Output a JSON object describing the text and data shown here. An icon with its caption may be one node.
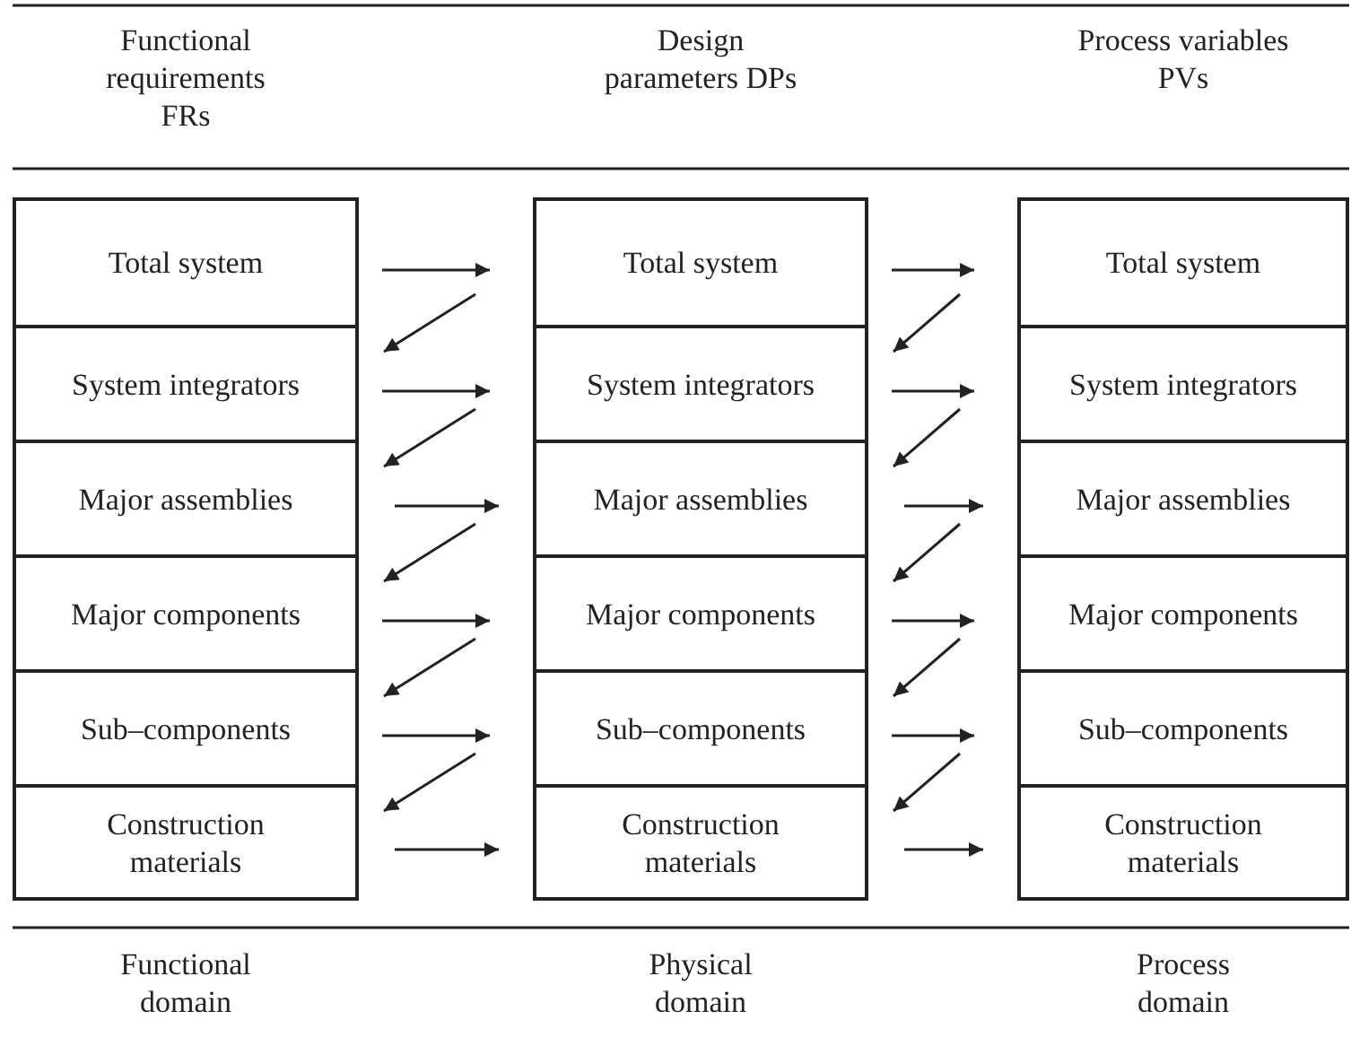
{
  "diagram": {
    "nodes": [
      {
        "text": [
          "Total system"
        ]
      },
      {
        "text": [
          "System integrators"
        ]
      },
      {
        "text": [
          "Major assemblies"
        ]
      },
      {
        "text": [
          "Major components"
        ]
      },
      {
        "text": [
          "Sub–components"
        ]
      },
      {
        "text": [
          "Construction materials"
        ]
      },
      {
        "text": [
          "Total system"
        ]
      },
      {
        "text": [
          "System integrators"
        ]
      },
      {
        "text": [
          "Major assemblies"
        ]
      },
      {
        "text": [
          "Major components"
        ]
      },
      {
        "text": [
          "Sub–components"
        ]
      },
      {
        "text": [
          "Construction materials"
        ]
      },
      {
        "text": [
          "Total system"
        ]
      },
      {
        "text": [
          "System integrators"
        ]
      },
      {
        "text": [
          "Major assemblies"
        ]
      },
      {
        "text": [
          "Major components"
        ]
      },
      {
        "text": [
          "Sub–components"
        ]
      },
      {
        "text": [
          "Construction materials"
        ]
      }
    ],
    "edges": [
      {
        "from": 0,
        "to": 6,
        "arrow": "to"
      },
      {
        "from": 6,
        "to": 1,
        "arrow": "to"
      },
      {
        "from": 1,
        "to": 7,
        "arrow": "to"
      },
      {
        "from": 7,
        "to": 2,
        "arrow": "to"
      },
      {
        "from": 2,
        "to": 8,
        "arrow": "to"
      },
      {
        "from": 8,
        "to": 3,
        "arrow": "to"
      },
      {
        "from": 3,
        "to": 9,
        "arrow": "to"
      },
      {
        "from": 9,
        "to": 4,
        "arrow": "to"
      },
      {
        "from": 4,
        "to": 10,
        "arrow": "to"
      },
      {
        "from": 10,
        "to": 5,
        "arrow": "to"
      },
      {
        "from": 5,
        "to": 11,
        "arrow": "to"
      },
      {
        "from": 6,
        "to": 12,
        "arrow": "to"
      },
      {
        "from": 12,
        "to": 7,
        "arrow": "to"
      },
      {
        "from": 7,
        "to": 13,
        "arrow": "to"
      },
      {
        "from": 13,
        "to": 8,
        "arrow": "to"
      },
      {
        "from": 8,
        "to": 14,
        "arrow": "to"
      },
      {
        "from": 14,
        "to": 9,
        "arrow": "to"
      },
      {
        "from": 9,
        "to": 15,
        "arrow": "to"
      },
      {
        "from": 15,
        "to": 10,
        "arrow": "to"
      },
      {
        "from": 10,
        "to": 16,
        "arrow": "to"
      },
      {
        "from": 16,
        "to": 11,
        "arrow": "to"
      },
      {
        "from": 11,
        "to": 17,
        "arrow": "to"
      }
    ],
    "labels": [
      "Functional requirements FRs",
      "Design parameters DPs",
      "Process variables PVs",
      "Functional domain",
      "Physical domain",
      "Process domain"
    ]
  }
}
